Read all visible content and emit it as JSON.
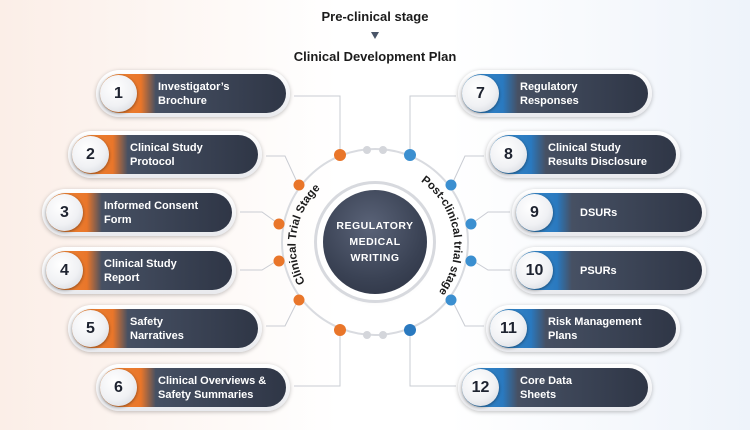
{
  "header": {
    "pre_stage": "Pre-clinical stage",
    "plan": "Clinical Development Plan"
  },
  "center": {
    "lines": [
      "REGULATORY",
      "MEDICAL",
      "WRITING"
    ]
  },
  "arcs": {
    "left_label": "Clinical Trial Stage",
    "right_label": "Post-clinical trial stage"
  },
  "colors": {
    "clinical": "#e9762a",
    "post_clinical": "#2a79bf",
    "pill_dark": "#2f3646"
  },
  "left_items": [
    {
      "number": "1",
      "label": "Investigator’s\nBrochure"
    },
    {
      "number": "2",
      "label": "Clinical Study\nProtocol"
    },
    {
      "number": "3",
      "label": "Informed Consent\nForm"
    },
    {
      "number": "4",
      "label": "Clinical Study\nReport"
    },
    {
      "number": "5",
      "label": "Safety\nNarratives"
    },
    {
      "number": "6",
      "label": "Clinical Overviews &\nSafety Summaries"
    }
  ],
  "right_items": [
    {
      "number": "7",
      "label": "Regulatory\nResponses"
    },
    {
      "number": "8",
      "label": "Clinical Study\nResults Disclosure"
    },
    {
      "number": "9",
      "label": "DSURs"
    },
    {
      "number": "10",
      "label": "PSURs"
    },
    {
      "number": "11",
      "label": "Risk Management\nPlans"
    },
    {
      "number": "12",
      "label": "Core Data\nSheets"
    }
  ]
}
